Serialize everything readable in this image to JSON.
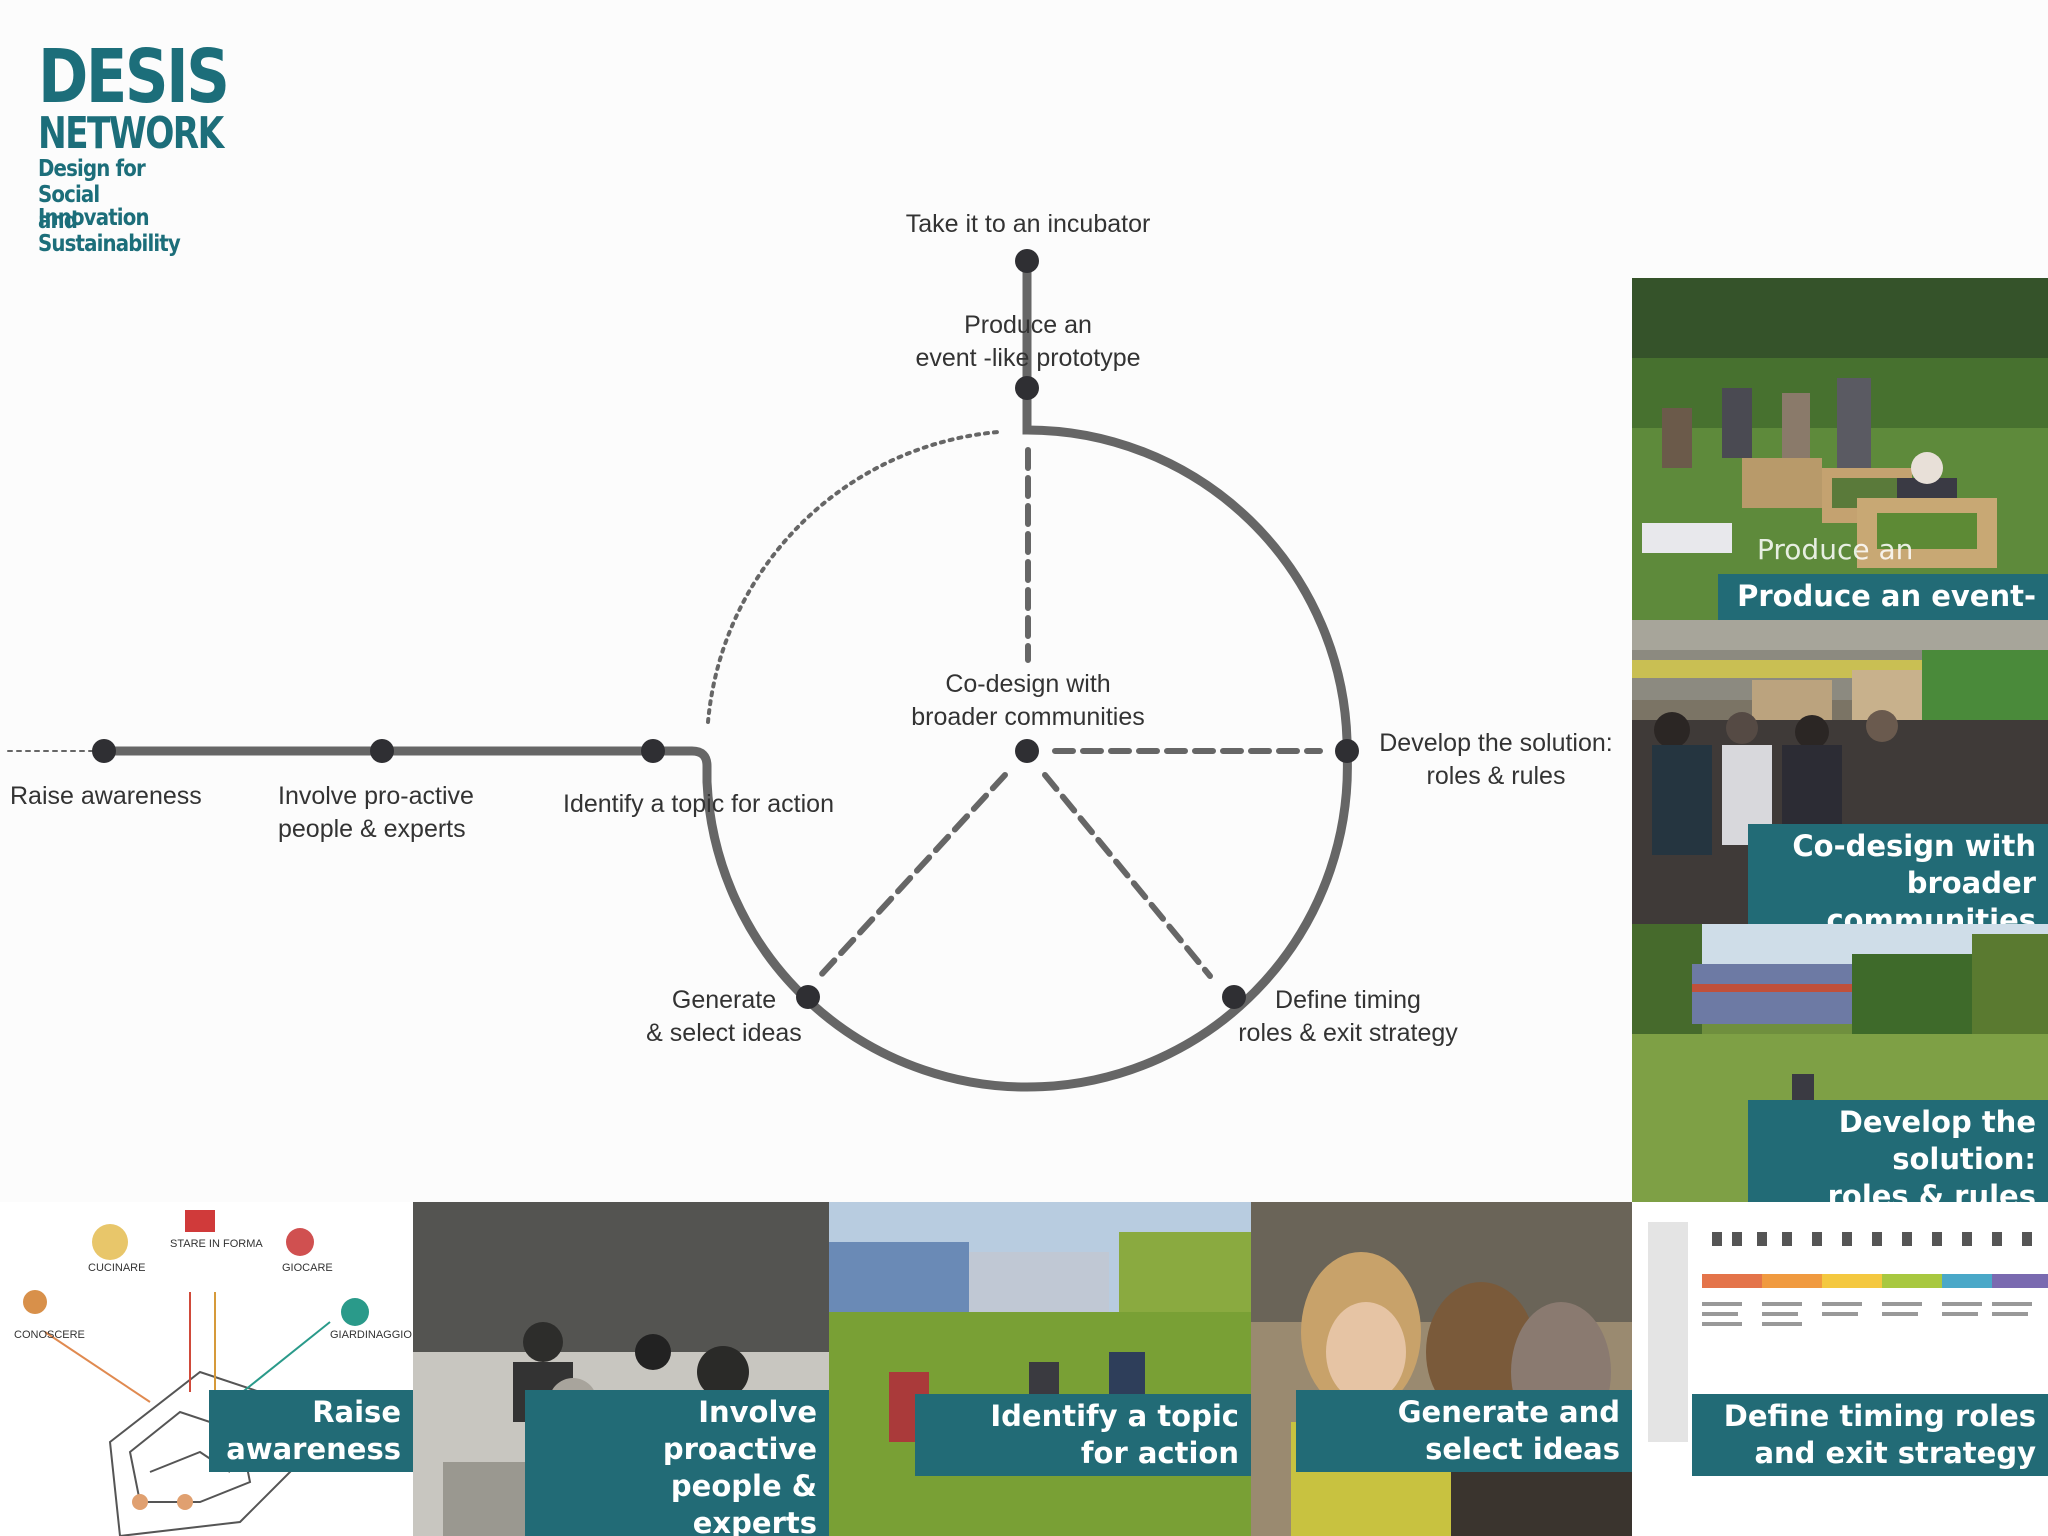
{
  "logo": {
    "line1": "DESIS",
    "line2": "NETWORK",
    "line3": "Design for",
    "line4": "Social Innovation",
    "line5": "and Sustainability"
  },
  "diagram": {
    "top_label": "Take it to an incubator",
    "prototype_label": [
      "Produce an",
      "event -like prototype"
    ],
    "center_label": [
      "Co-design with",
      "broader communities"
    ],
    "develop_label": [
      "Develop the solution:",
      "roles & rules"
    ],
    "timing_label": [
      "Define timing",
      "roles & exit strategy"
    ],
    "generate_label": [
      "Generate",
      "& select ideas"
    ],
    "identify_label": "Identify a topic for action",
    "involve_label": [
      "Involve pro-active",
      "people & experts"
    ],
    "raise_label": "Raise awareness"
  },
  "photos": {
    "prototype_caption": "Produce an event-\nlike prototype",
    "prototype_ghost": "Produce an",
    "codesign_caption": "Co-design with\nbroader\ncommunities",
    "develop_caption": "Develop the\nsolution:\nroles & rules",
    "raise_caption": "Raise\nawareness",
    "involve_caption": "Involve  proactive\npeople & experts",
    "identify_caption": "Identify a topic\nfor action",
    "generate_caption": "Generate and\nselect ideas",
    "timing_caption": "Define timing roles\nand exit strategy"
  },
  "sketch": {
    "cucinare": "CUCINARE",
    "stare": "STARE IN FORMA",
    "giocare": "GIOCARE",
    "conoscere": "CONOSCERE",
    "giardinaggio": "GIARDINAGGIO"
  },
  "colors": {
    "teal": "#226b76",
    "logo": "#1c6e7a",
    "line": "#666666",
    "node": "#2f2f33"
  }
}
